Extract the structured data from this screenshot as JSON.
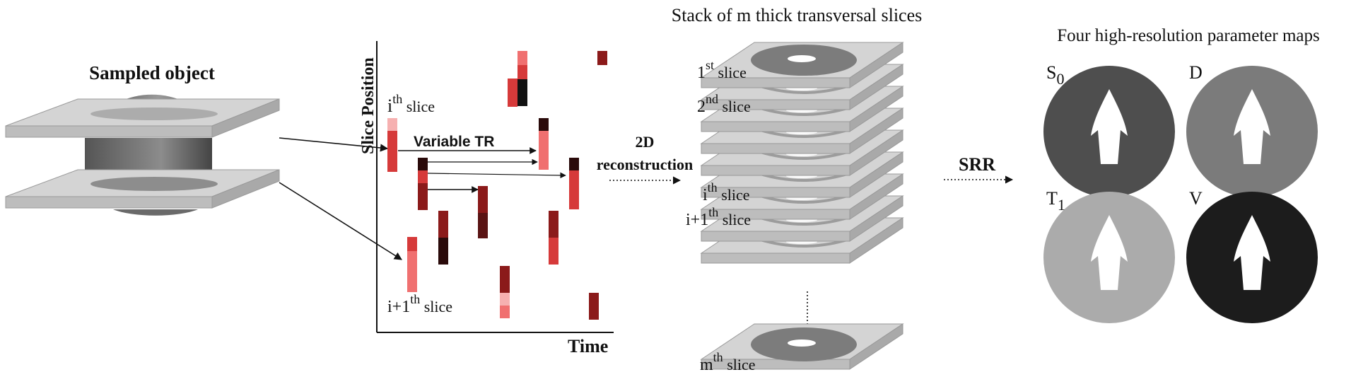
{
  "sampled_object": {
    "title": "Sampled object"
  },
  "timing_plot": {
    "ylabel": "Slice Position",
    "xlabel": "Time",
    "variable_tr": "Variable TR",
    "slice_i": {
      "base": "i",
      "sup": "th",
      "tail": " slice"
    },
    "slice_i1": {
      "base": "i+1",
      "sup": "th",
      "tail": " slice"
    }
  },
  "reconstruction": {
    "line1": "2D",
    "line2": "reconstruction"
  },
  "stack": {
    "title": "Stack of m thick transversal slices",
    "label_1": {
      "base": "1",
      "sup": "st",
      "tail": " slice"
    },
    "label_2": {
      "base": "2",
      "sup": "nd",
      "tail": " slice"
    },
    "label_i": {
      "base": "i",
      "sup": "th",
      "tail": " slice"
    },
    "label_i1": {
      "base": "i+1",
      "sup": "th",
      "tail": " slice"
    },
    "label_m": {
      "base": "m",
      "sup": "th",
      "tail": " slice"
    }
  },
  "srr": {
    "label": "SRR"
  },
  "maps": {
    "title": "Four high-resolution parameter maps",
    "items": [
      {
        "id": "s0",
        "base": "S",
        "sub": "0",
        "color": "#4e4e4e"
      },
      {
        "id": "d",
        "base": "D",
        "sub": "",
        "color": "#7b7b7b"
      },
      {
        "id": "t1",
        "base": "T",
        "sub": "1",
        "color": "#ababab"
      },
      {
        "id": "v",
        "base": "V",
        "sub": "",
        "color": "#1c1c1c"
      }
    ]
  },
  "colors": {
    "dark_red": "#8b1a1a",
    "red": "#d63a3a",
    "light_red": "#f07070",
    "pink": "#f6b0b0",
    "black_red": "#2a0a0a",
    "slab_top": "#d4d4d4",
    "slab_side": "#a9a9a9"
  }
}
